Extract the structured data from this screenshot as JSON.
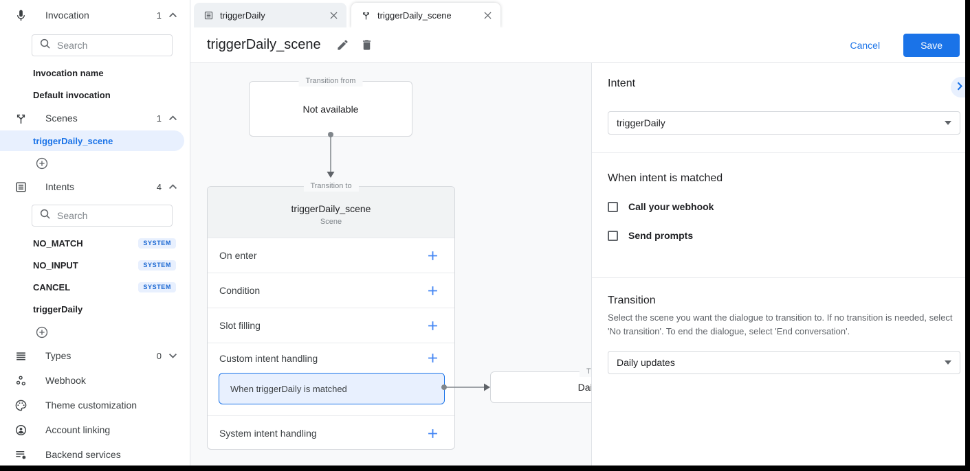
{
  "colors": {
    "accent": "#1a73e8",
    "accent_light": "#e8f0fe",
    "badge_text": "#1967d2",
    "canvas_bg": "#f8f9fa",
    "border": "#dadce0"
  },
  "sidebar": {
    "invocation": {
      "label": "Invocation",
      "count": "1",
      "search_placeholder": "Search",
      "items": [
        "Invocation name",
        "Default invocation"
      ]
    },
    "scenes": {
      "label": "Scenes",
      "count": "1",
      "items": [
        {
          "label": "triggerDaily_scene",
          "selected": true
        }
      ]
    },
    "intents": {
      "label": "Intents",
      "count": "4",
      "search_placeholder": "Search",
      "items": [
        {
          "label": "NO_MATCH",
          "badge": "SYSTEM"
        },
        {
          "label": "NO_INPUT",
          "badge": "SYSTEM"
        },
        {
          "label": "CANCEL",
          "badge": "SYSTEM"
        },
        {
          "label": "triggerDaily",
          "badge": ""
        }
      ]
    },
    "types": {
      "label": "Types",
      "count": "0"
    },
    "webhook": {
      "label": "Webhook"
    },
    "theme": {
      "label": "Theme customization"
    },
    "account_linking": {
      "label": "Account linking"
    },
    "backend_services": {
      "label": "Backend services"
    }
  },
  "tabs": [
    {
      "label": "triggerDaily",
      "active": false
    },
    {
      "label": "triggerDaily_scene",
      "active": true
    }
  ],
  "header": {
    "title": "triggerDaily_scene",
    "cancel_label": "Cancel",
    "save_label": "Save"
  },
  "canvas": {
    "transition_from": {
      "legend": "Transition from",
      "body": "Not available"
    },
    "scene_card": {
      "legend": "Transition to",
      "title": "triggerDaily_scene",
      "subtitle": "Scene",
      "rows": [
        "On enter",
        "Condition",
        "Slot filling",
        "Custom intent handling",
        "System intent handling"
      ],
      "custom_intent_item": "When triggerDaily is matched"
    },
    "target_card": {
      "legend": "Transition to",
      "body": "Daily updates"
    }
  },
  "panel": {
    "intent": {
      "title": "Intent",
      "value": "triggerDaily"
    },
    "matched": {
      "title": "When intent is matched",
      "options": [
        {
          "label": "Call your webhook",
          "checked": false
        },
        {
          "label": "Send prompts",
          "checked": false
        }
      ]
    },
    "transition": {
      "title": "Transition",
      "description": "Select the scene you want the dialogue to transition to. If no transition is needed, select 'No transition'. To end the dialogue, select 'End conversation'.",
      "value": "Daily updates"
    }
  }
}
